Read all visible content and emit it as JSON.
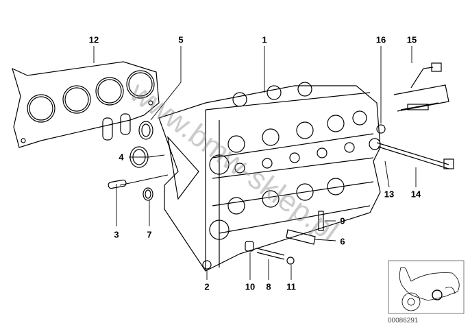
{
  "diagram": {
    "callouts": [
      {
        "id": "12",
        "label": "12"
      },
      {
        "id": "5",
        "label": "5"
      },
      {
        "id": "1",
        "label": "1"
      },
      {
        "id": "16",
        "label": "16"
      },
      {
        "id": "15",
        "label": "15"
      },
      {
        "id": "4",
        "label": "4"
      },
      {
        "id": "3",
        "label": "3"
      },
      {
        "id": "7",
        "label": "7"
      },
      {
        "id": "13",
        "label": "13"
      },
      {
        "id": "14",
        "label": "14"
      },
      {
        "id": "9",
        "label": "9"
      },
      {
        "id": "6",
        "label": "6"
      },
      {
        "id": "2",
        "label": "2"
      },
      {
        "id": "10",
        "label": "10"
      },
      {
        "id": "8",
        "label": "8"
      },
      {
        "id": "11",
        "label": "11"
      }
    ],
    "reference_number": "00086291",
    "watermark": "www.bmw-sklep.pl"
  }
}
